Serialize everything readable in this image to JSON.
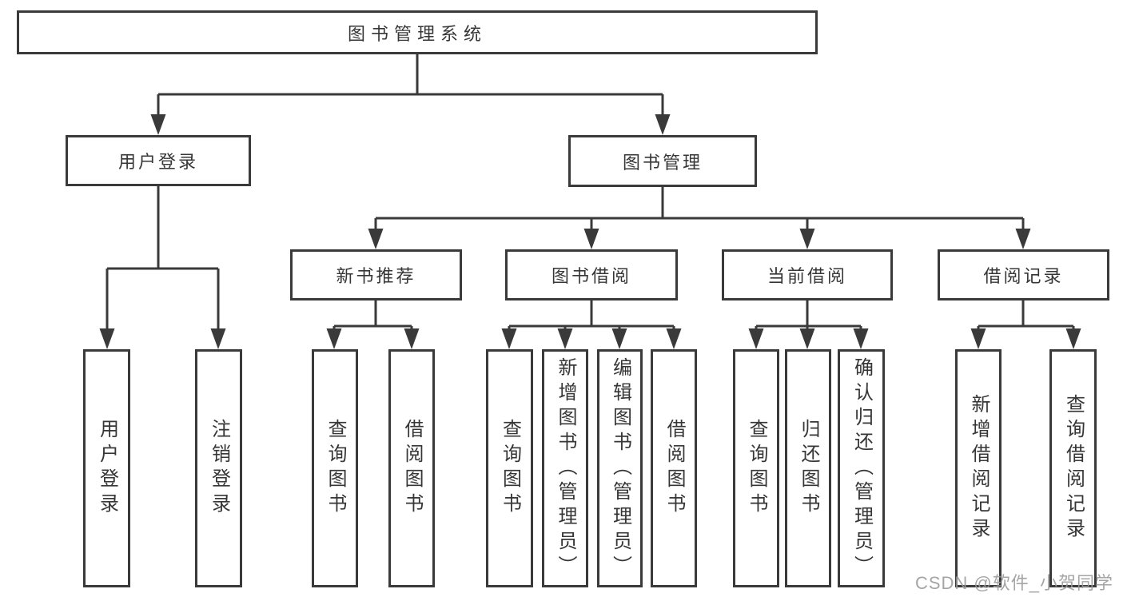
{
  "tree": {
    "root": {
      "label": "图书管理系统",
      "children": [
        {
          "label": "用户登录",
          "children": [
            {
              "label": "用户登录"
            },
            {
              "label": "注销登录"
            }
          ]
        },
        {
          "label": "图书管理",
          "children": [
            {
              "label": "新书推荐",
              "children": [
                {
                  "label": "查询图书"
                },
                {
                  "label": "借阅图书"
                }
              ]
            },
            {
              "label": "图书借阅",
              "children": [
                {
                  "label": "查询图书"
                },
                {
                  "label": "新增图书（管理员）"
                },
                {
                  "label": "编辑图书（管理员）"
                },
                {
                  "label": "借阅图书"
                }
              ]
            },
            {
              "label": "当前借阅",
              "children": [
                {
                  "label": "查询图书"
                },
                {
                  "label": "归还图书"
                },
                {
                  "label": "确认归还（管理员）"
                }
              ]
            },
            {
              "label": "借阅记录",
              "children": [
                {
                  "label": "新增借阅记录"
                },
                {
                  "label": "查询借阅记录"
                }
              ]
            }
          ]
        }
      ]
    }
  },
  "watermark": {
    "text": "CSDN @软件_小贺同学"
  },
  "colors": {
    "line": "#3a3a3a",
    "text": "#363636",
    "watermark": "#9c9c9c",
    "background": "#ffffff"
  }
}
